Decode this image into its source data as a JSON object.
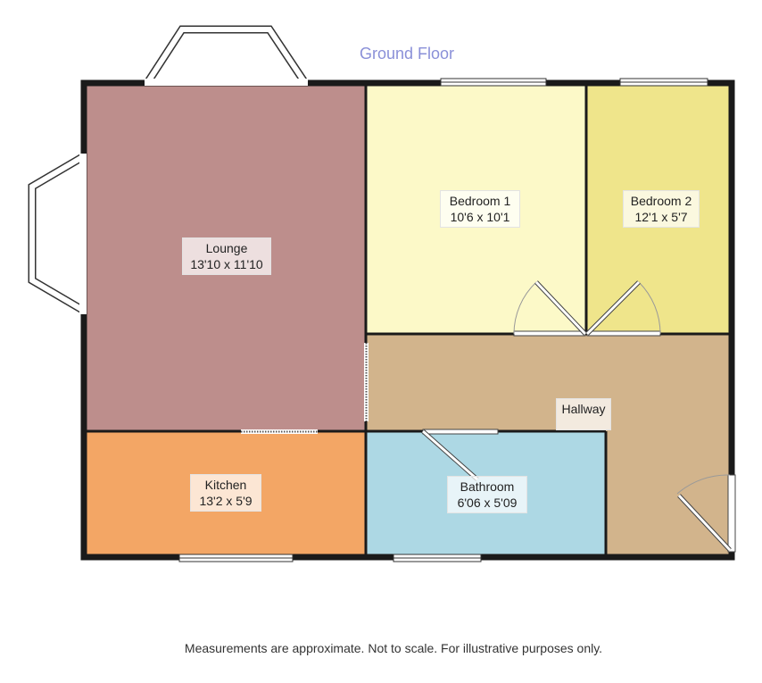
{
  "floor": {
    "title": "Ground Floor"
  },
  "rooms": {
    "lounge": {
      "name": "Lounge",
      "dims": "13'10 x 11'10",
      "color": "#bd8e8c"
    },
    "bedroom1": {
      "name": "Bedroom 1",
      "dims": "10'6 x 10'1",
      "color": "#fcf9c8"
    },
    "bedroom2": {
      "name": "Bedroom 2",
      "dims": "12'1 x 5'7",
      "color": "#efe58b"
    },
    "hallway": {
      "name": "Hallway",
      "dims": "",
      "color": "#d2b48c"
    },
    "kitchen": {
      "name": "Kitchen",
      "dims": "13'2 x 5'9",
      "color": "#f3a665"
    },
    "bathroom": {
      "name": "Bathroom",
      "dims": "6'06 x 5'09",
      "color": "#add8e4"
    }
  },
  "colors": {
    "wall": "#1a1a1a",
    "title": "#8a90d8"
  },
  "footer": {
    "disclaimer": "Measurements are approximate. Not to scale. For illustrative purposes only."
  }
}
